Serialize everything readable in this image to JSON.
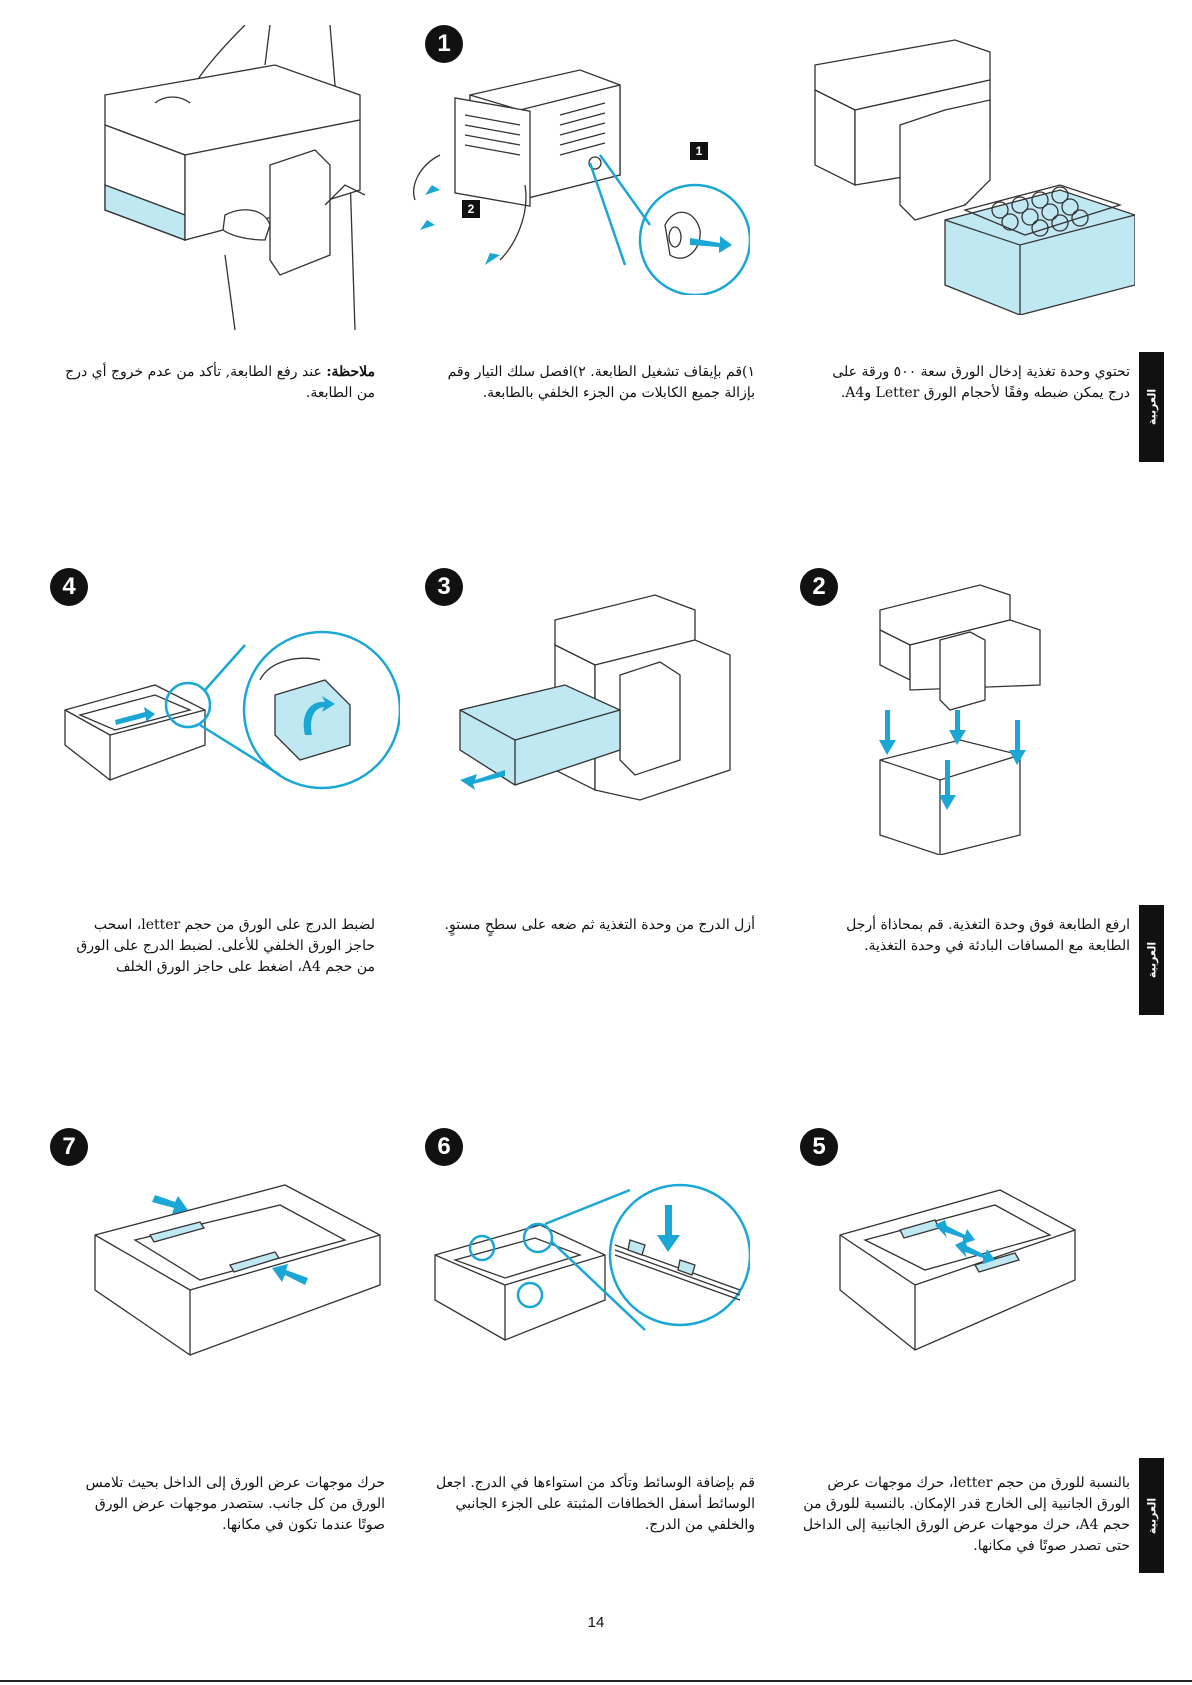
{
  "page_number": "14",
  "language_tab": "العربية",
  "accent_color": "#1aa7d6",
  "tray_fill_color": "#bfe8f3",
  "step_numbers": [
    "1",
    "2",
    "3",
    "4",
    "5",
    "6",
    "7"
  ],
  "callouts": [
    "1",
    "2"
  ],
  "captions": {
    "intro": "تحتوي وحدة تغذية إدخال الورق سعة ٥٠٠ ورقة على درج يمكن ضبطه وفقًا لأحجام الورق Letter وA4.",
    "step1": "١)قم بإيقاف تشغيل الطابعة. ٢)افصل سلك التيار وقم بإزالة جميع الكابلات من الجزء الخلفي بالطابعة.",
    "note_label": "ملاحظة:",
    "note_text": " عند رفع الطابعة, تأكد من عدم خروج أي درج من الطابعة.",
    "step2": "ارفع الطابعة فوق وحدة التغذية. قم بمحاذاة أرجل الطابعة مع المسافات البادئة في وحدة التغذية.",
    "step3": "أزل الدرج من وحدة التغذية ثم ضعه على سطحٍ مستوٍ.",
    "step4": "لضبط الدرج على الورق من حجم letter، اسحب حاجز الورق الخلفي للأعلى. لضبط الدرج على الورق من حجم A4، اضغط على حاجز الورق الخلف",
    "step5": "بالنسبة للورق من حجم letter، حرك موجهات عرض الورق الجانبية إلى الخارج قدر الإمكان. بالنسبة للورق من حجم A4، حرك موجهات عرض الورق الجانبية إلى الداخل حتى تصدر صوتًا في مكانها.",
    "step6": "قم بإضافة الوسائط وتأكد من استواءها في الدرج. اجعل الوسائط أسفل الخطافات المثبتة على الجزء الجانبي والخلفي من الدرج.",
    "step7": "حرك موجهات عرض الورق إلى الداخل بحيث تلامس الورق من كل جانب. ستصدر موجهات عرض الورق صوتًا عندما تكون في مكانها."
  }
}
